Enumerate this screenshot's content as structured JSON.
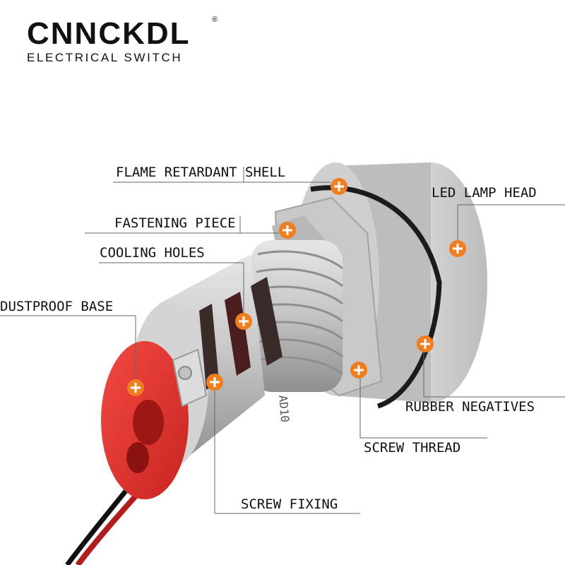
{
  "brand": {
    "name": "CNNCKDL",
    "registered": "®",
    "tagline": "ELECTRICAL SWITCH"
  },
  "product_marking": "AD10",
  "callouts": [
    {
      "label": "FLAME RETARDANT SHELL"
    },
    {
      "label": "LED LAMP HEAD"
    },
    {
      "label": "FASTENING PIECE"
    },
    {
      "label": "COOLING HOLES"
    },
    {
      "label": "DUSTPROOF BASE"
    },
    {
      "label": "RUBBER NEGATIVES"
    },
    {
      "label": "SCREW THREAD"
    },
    {
      "label": "SCREW FIXING"
    }
  ],
  "colors": {
    "marker": "#f07d1e",
    "base": "#e8322f",
    "shell": "#c4c4c4",
    "ring": "#1a1a1a"
  }
}
